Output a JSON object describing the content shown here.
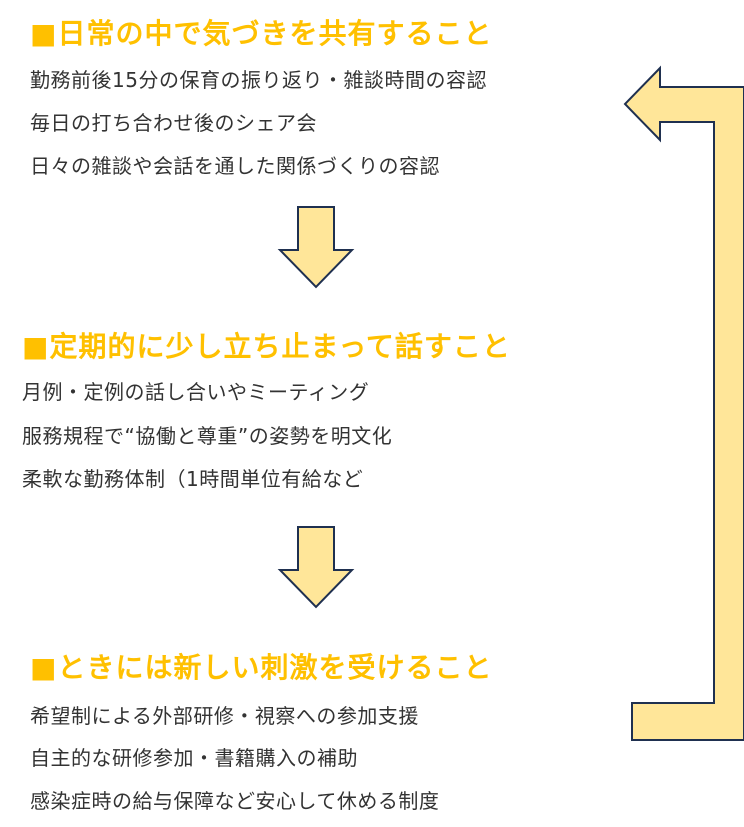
{
  "sections": [
    {
      "heading": "■日常の中で気づきを共有すること",
      "items": [
        "勤務前後15分の保育の振り返り・雑談時間の容認",
        "毎日の打ち合わせ後のシェア会",
        "日々の雑談や会話を通した関係づくりの容認"
      ]
    },
    {
      "heading": "■定期的に少し立ち止まって話すこと",
      "items": [
        "月例・定例の話し合いやミーティング",
        "服務規程で“協働と尊重”の姿勢を明文化",
        "柔軟な勤務体制（1時間単位有給など"
      ]
    },
    {
      "heading": "■ときには新しい刺激を受けること",
      "items": [
        "希望制による外部研修・視察への参加支援",
        "自主的な研修参加・書籍購入の補助",
        "感染症時の給与保障など安心して休める制度"
      ]
    }
  ],
  "colors": {
    "heading": "#FFC000",
    "arrow_fill": "#FFE699",
    "arrow_stroke": "#1F3050"
  }
}
